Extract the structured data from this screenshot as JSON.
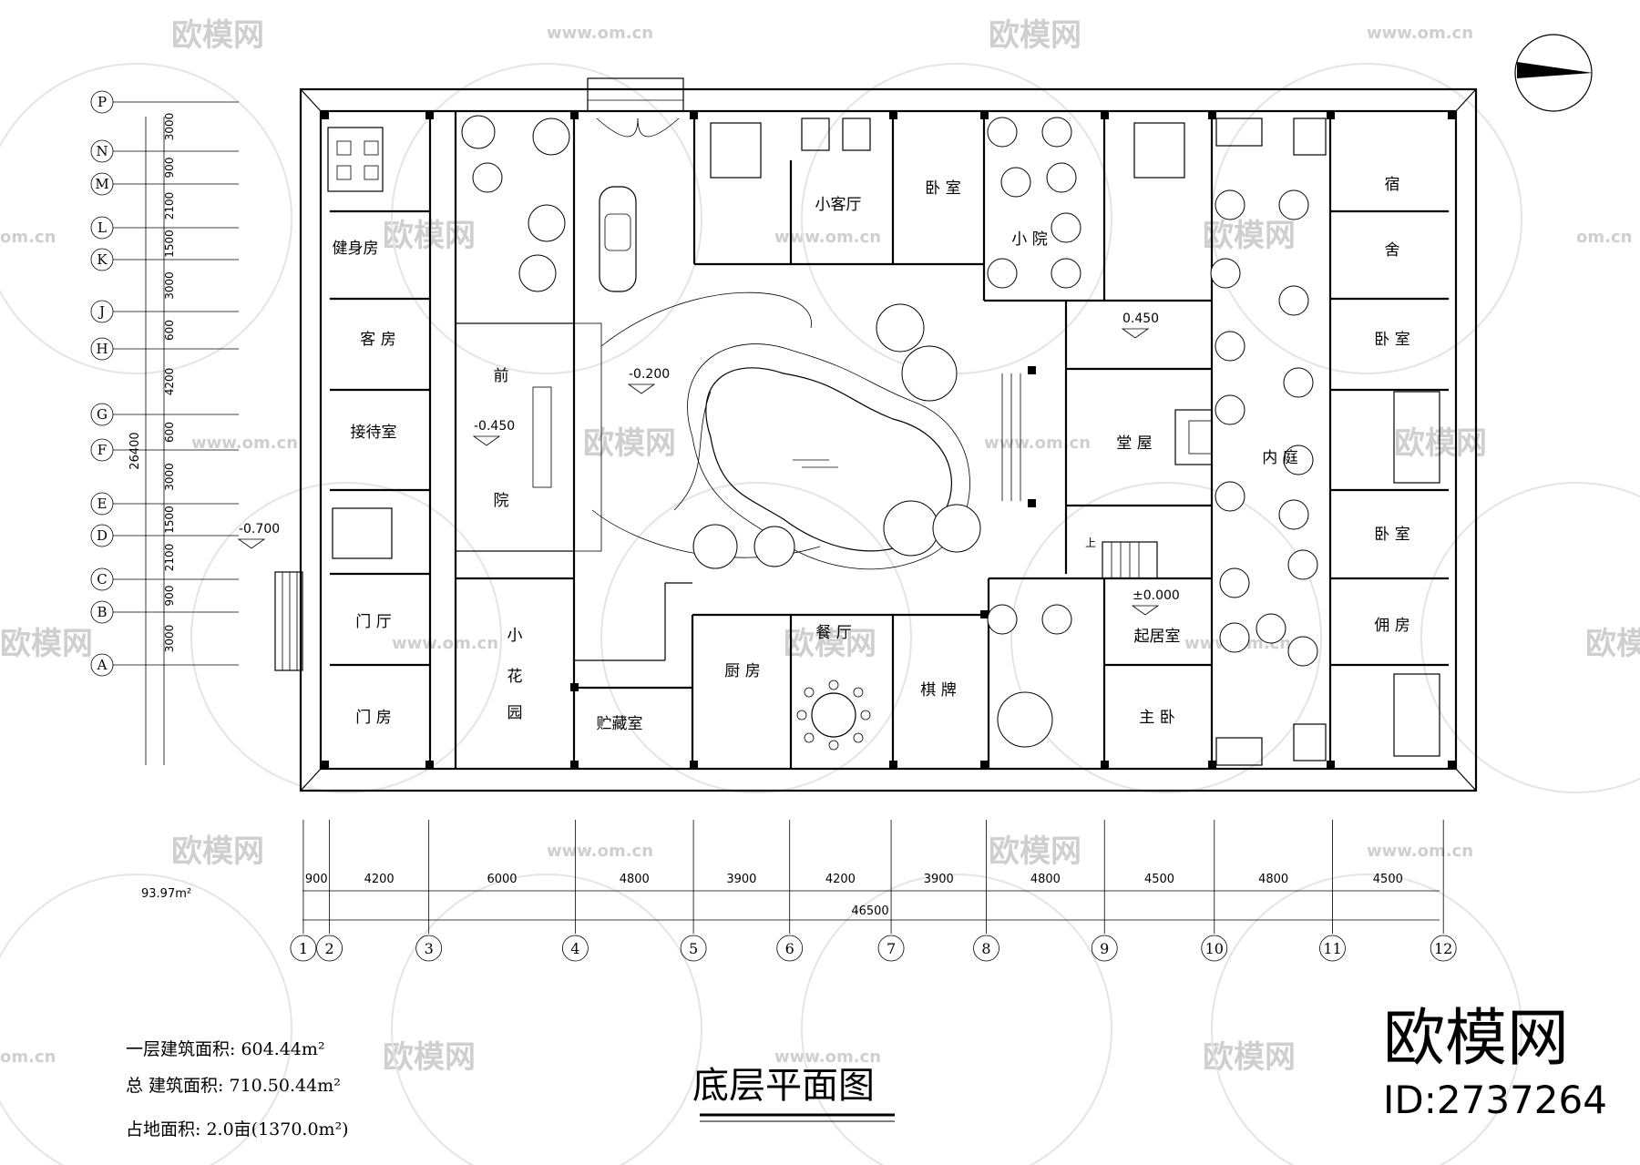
{
  "title": "底层平面图",
  "brand": {
    "name": "欧模网",
    "id": "ID:2737264",
    "watermark_text": "欧模网",
    "watermark_url": "www.om.cn",
    "watermark_url_short": "om.cn"
  },
  "areas": {
    "ground": "一层建筑面积:    604.44m²",
    "total": "总  建筑面积: 710.50.44m²",
    "site": "占地面积: 2.0亩(1370.0m²)",
    "small": "93.97m²"
  },
  "row_axes": [
    "P",
    "N",
    "M",
    "L",
    "K",
    "J",
    "H",
    "G",
    "F",
    "E",
    "D",
    "C",
    "B",
    "A"
  ],
  "row_dims": [
    "3000",
    "900",
    "2100",
    "1500",
    "3000",
    "600",
    "4200",
    "600",
    "3000",
    "1500",
    "2100",
    "900",
    "3000"
  ],
  "row_total": "26400",
  "col_axes": [
    "1",
    "2",
    "3",
    "4",
    "5",
    "6",
    "7",
    "8",
    "9",
    "10",
    "11",
    "12"
  ],
  "col_dims": [
    "900",
    "4200",
    "6000",
    "4800",
    "3900",
    "4200",
    "3900",
    "4800",
    "4500",
    "4800",
    "4500"
  ],
  "col_total": "46500",
  "levels": {
    "l1": "-0.700",
    "l2": "-0.450",
    "l3": "-0.200",
    "l4": "0.450",
    "l5": "±0.000"
  },
  "rooms": {
    "gym": "健身房",
    "guest": "客 房",
    "reception": "接待室",
    "foyer": "门 厅",
    "gatehouse": "门 房",
    "front_yard": "前",
    "front_yard2": "院",
    "small_garden1": "小",
    "small_garden2": "花",
    "small_garden3": "园",
    "storage": "贮藏室",
    "kitchen": "厨 房",
    "dining": "餐 厅",
    "chess": "棋 牌",
    "small_living": "小客厅",
    "bedroom_top": "卧 室",
    "small_court": "小 院",
    "hall": "堂 屋",
    "sitting": "起居室",
    "master": "主 卧",
    "inner_court": "内 庭",
    "dorm1": "宿",
    "dorm2": "舍",
    "bedroom_r1": "卧 室",
    "bedroom_r2": "卧 室",
    "servant": "佣 房",
    "up": "上"
  }
}
